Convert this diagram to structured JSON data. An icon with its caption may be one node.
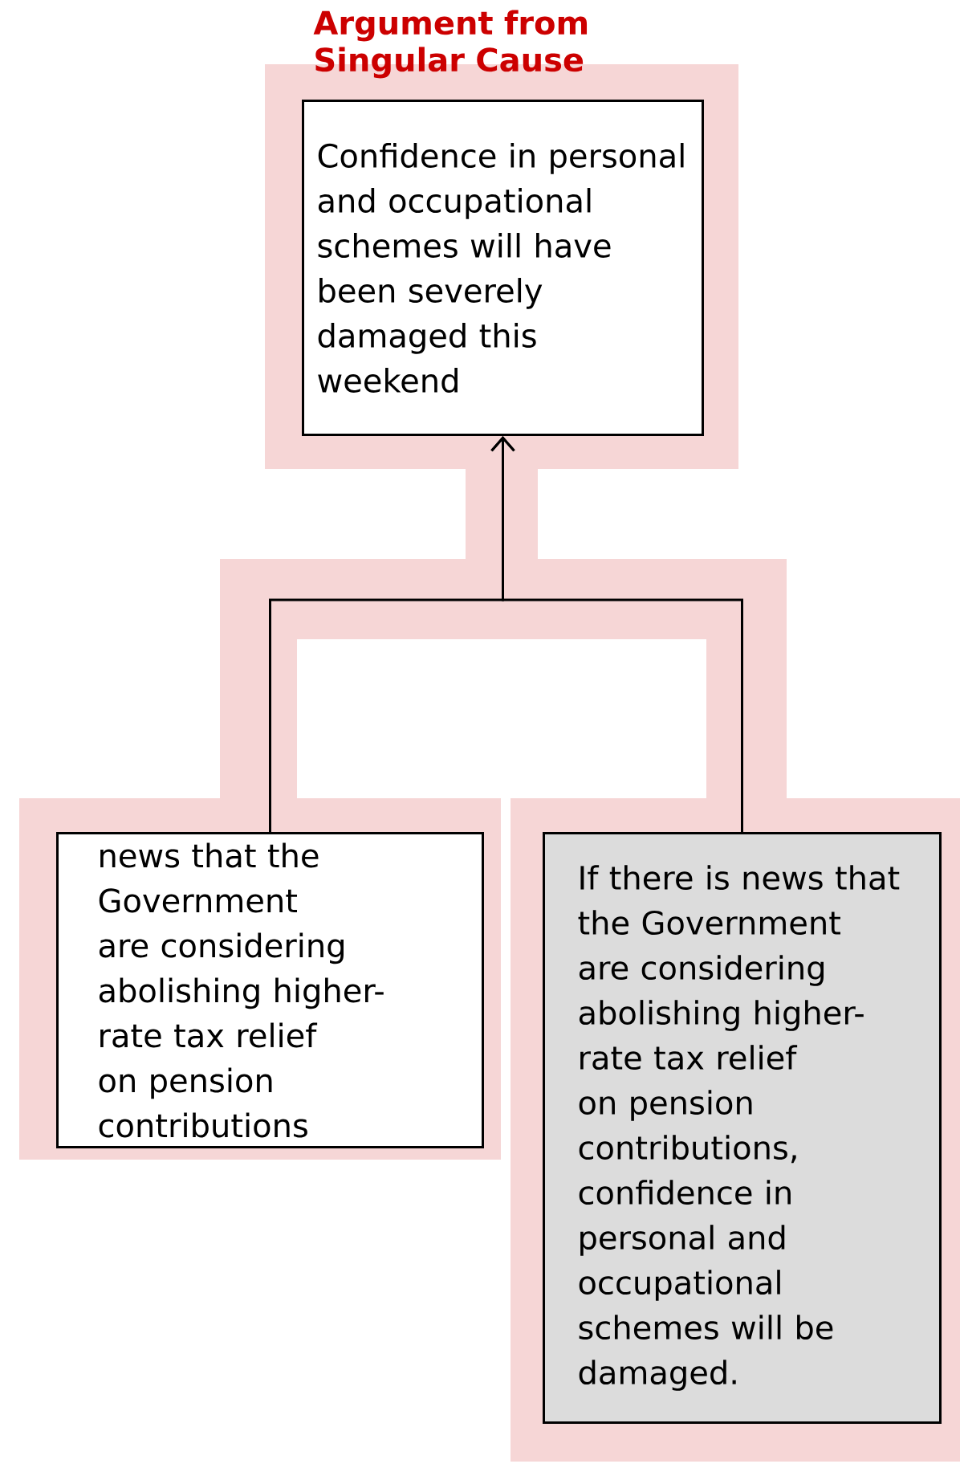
{
  "diagram": {
    "nodes": [
      {
        "text": [
          "Argument from Singular Cause"
        ]
      },
      {
        "text": [
          "Confidence in personal and occupational schemes will have been severely damaged this weekend"
        ],
        "in": 0
      },
      {
        "text": [
          "news that the Government are considering abolishing higher-rate tax relief on pension contributions"
        ],
        "in": 0
      },
      {
        "text": [
          "If there is news that the Government are considering abolishing higher-rate tax relief on pension contributions, confidence in personal and occupational schemes will be damaged."
        ],
        "in": 0
      }
    ],
    "edges": [
      {
        "from": 2,
        "to": 1,
        "arrow": "to"
      },
      {
        "from": 3,
        "to": 1,
        "arrow": "to"
      }
    ]
  }
}
